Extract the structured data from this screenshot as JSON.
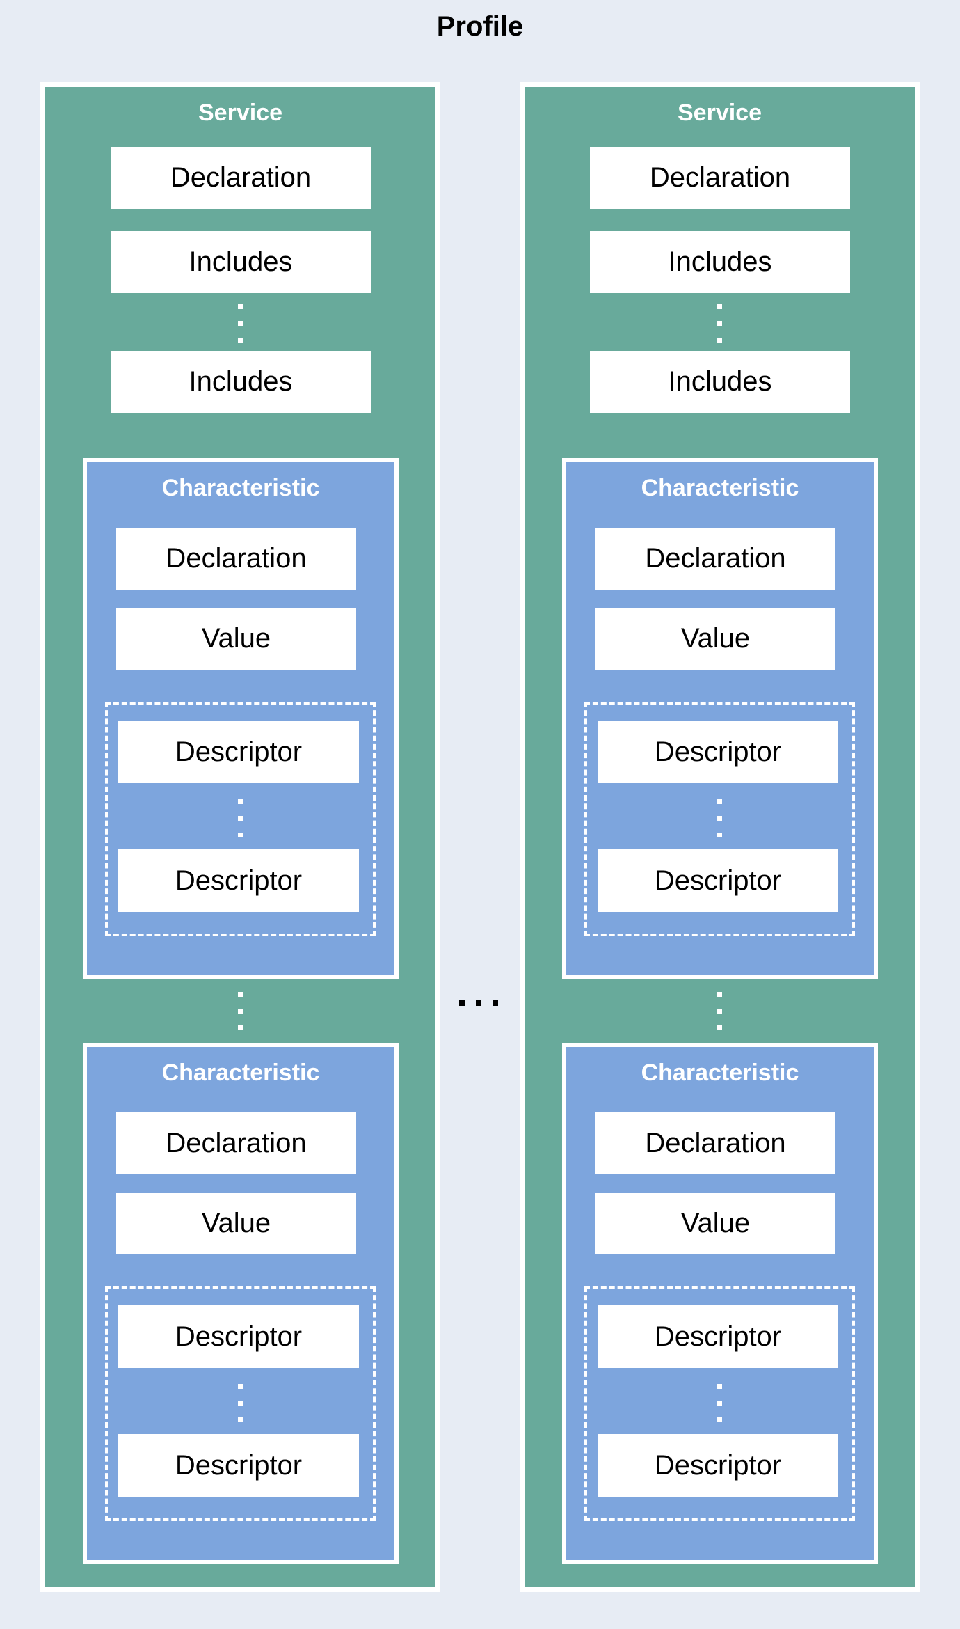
{
  "page": {
    "title": "Profile"
  },
  "colors": {
    "background": "#e7ecf4",
    "service_green": "#68aa9b",
    "characteristic_blue": "#7da5dd",
    "box_fill": "#ffffff",
    "label_text": "#000000",
    "header_text": "#ffffff"
  },
  "ellipsis": {
    "between_services_dots": 3,
    "vertical_dots_per_group": 3
  },
  "services": [
    {
      "title": "Service",
      "declaration": "Declaration",
      "includes_first": "Includes",
      "includes_last": "Includes",
      "characteristics": [
        {
          "title": "Characteristic",
          "declaration": "Declaration",
          "value": "Value",
          "descriptor_first": "Descriptor",
          "descriptor_last": "Descriptor"
        },
        {
          "title": "Characteristic",
          "declaration": "Declaration",
          "value": "Value",
          "descriptor_first": "Descriptor",
          "descriptor_last": "Descriptor"
        }
      ]
    },
    {
      "title": "Service",
      "declaration": "Declaration",
      "includes_first": "Includes",
      "includes_last": "Includes",
      "characteristics": [
        {
          "title": "Characteristic",
          "declaration": "Declaration",
          "value": "Value",
          "descriptor_first": "Descriptor",
          "descriptor_last": "Descriptor"
        },
        {
          "title": "Characteristic",
          "declaration": "Declaration",
          "value": "Value",
          "descriptor_first": "Descriptor",
          "descriptor_last": "Descriptor"
        }
      ]
    }
  ]
}
